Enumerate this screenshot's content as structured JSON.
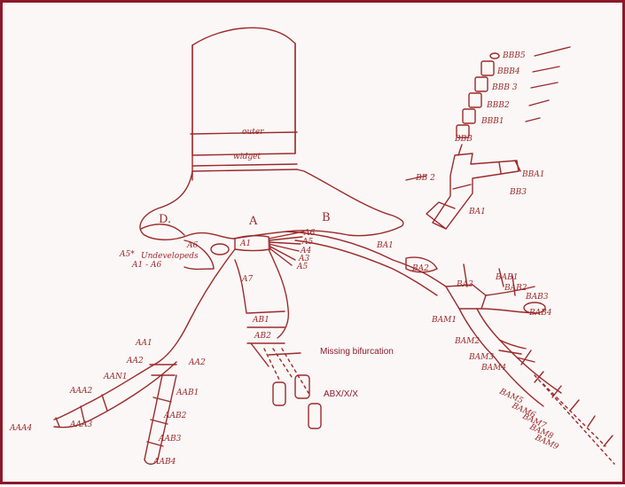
{
  "labels": {
    "outer": "outer",
    "widget": "widget",
    "A": "A",
    "B": "B",
    "D": "D.",
    "A1": "A1",
    "A7": "A7",
    "A6_left": "A6",
    "A5_star": "A5*",
    "undeveloped": "Undevelopeds",
    "A1_A6": "A1 - A6",
    "A_small": [
      "A6",
      "A5",
      "A4",
      "A3",
      "A5"
    ],
    "BA1": "BA1",
    "BA2": "BA2",
    "BA3": "BA3",
    "BB_2": "BB 2",
    "BBB": "BBB",
    "BB_stack": [
      "BBB5",
      "BBB4",
      "BBB 3",
      "BBB2",
      "BBB1"
    ],
    "BBA1": "BBA1",
    "BB3": "BB3",
    "BA1b": "BA1",
    "BAB1": "BAB1",
    "BAB2": "BAB2",
    "BAB3": "BAB3",
    "BAB4": "BAB4",
    "BAM1": "BAM1",
    "BAM2": "BAM2",
    "BAM3": "BAM3",
    "BAM4": "BAM4",
    "BAM5": "BAM5",
    "BAM6": "BAM6",
    "BAM7": "BAM7",
    "BAM8": "BAM8",
    "BAM9": "BAM9",
    "AB1": "AB1",
    "AB2": "AB2",
    "AA1": "AA1",
    "AA2": "AA2",
    "AA_left": "AA2",
    "AAN1": "AAN1",
    "AAA2": "AAA2",
    "AAA3": "AAA3",
    "AAA4": "AAA4",
    "AAB1": "AAB1",
    "AAB2": "AAB2",
    "AAB3": "AAB3",
    "AAB4": "AAB4"
  },
  "annotations": {
    "missing": "Missing bifurcation",
    "abx": "ABX/X/X"
  }
}
